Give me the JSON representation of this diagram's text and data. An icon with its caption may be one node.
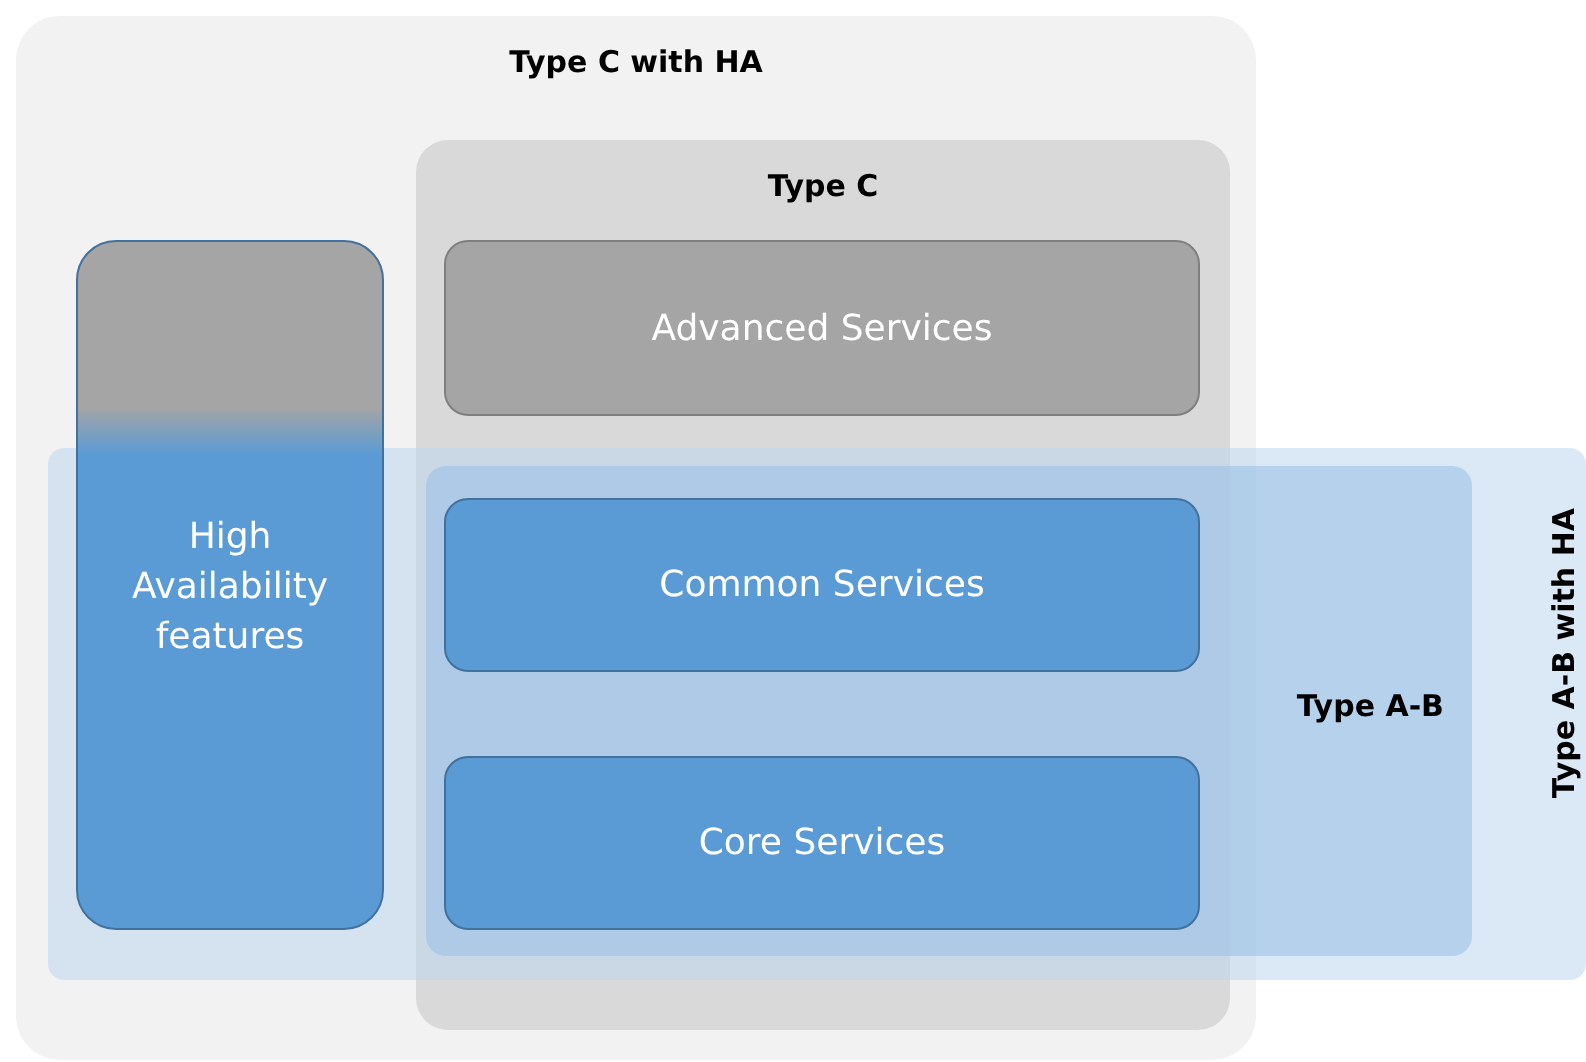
{
  "diagram": {
    "nodes": [
      {
        "text": [
          "Type C with HA"
        ]
      },
      {
        "text": [
          "Type C"
        ],
        "in": 0
      },
      {
        "text": [
          "Advanced Services"
        ],
        "in": 1
      },
      {
        "text": [
          "Type A-B with HA"
        ]
      },
      {
        "text": [
          "Type A-B"
        ],
        "in": 3
      },
      {
        "text": [
          "Common Services"
        ]
      },
      {
        "text": [
          "Core Services"
        ]
      },
      {
        "text": [
          "High Availability features"
        ],
        "in": 0
      }
    ]
  }
}
